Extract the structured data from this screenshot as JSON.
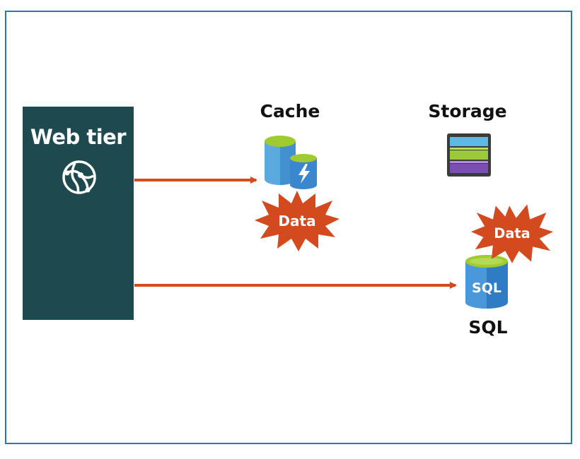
{
  "diagram": {
    "web_tier": {
      "title": "Web tier",
      "icon": "globe-network-icon"
    },
    "cache": {
      "label": "Cache",
      "icon": "cache-database-icon"
    },
    "storage": {
      "label": "Storage",
      "icon": "storage-stack-icon"
    },
    "sql": {
      "label": "SQL",
      "icon_text": "SQL",
      "icon": "sql-database-icon"
    },
    "data_burst_cache": {
      "text": "Data"
    },
    "data_burst_sql": {
      "text": "Data"
    },
    "connections": [
      {
        "from": "Web tier",
        "to": "Cache"
      },
      {
        "from": "Web tier",
        "to": "SQL"
      }
    ]
  },
  "colors": {
    "frame": "#2E75B6",
    "web_tier": "#1E4A4F",
    "arrow": "#D24A1E",
    "burst": "#D24A1E",
    "db_blue": "#2F7BC4",
    "db_top": "#9FCB2E"
  }
}
